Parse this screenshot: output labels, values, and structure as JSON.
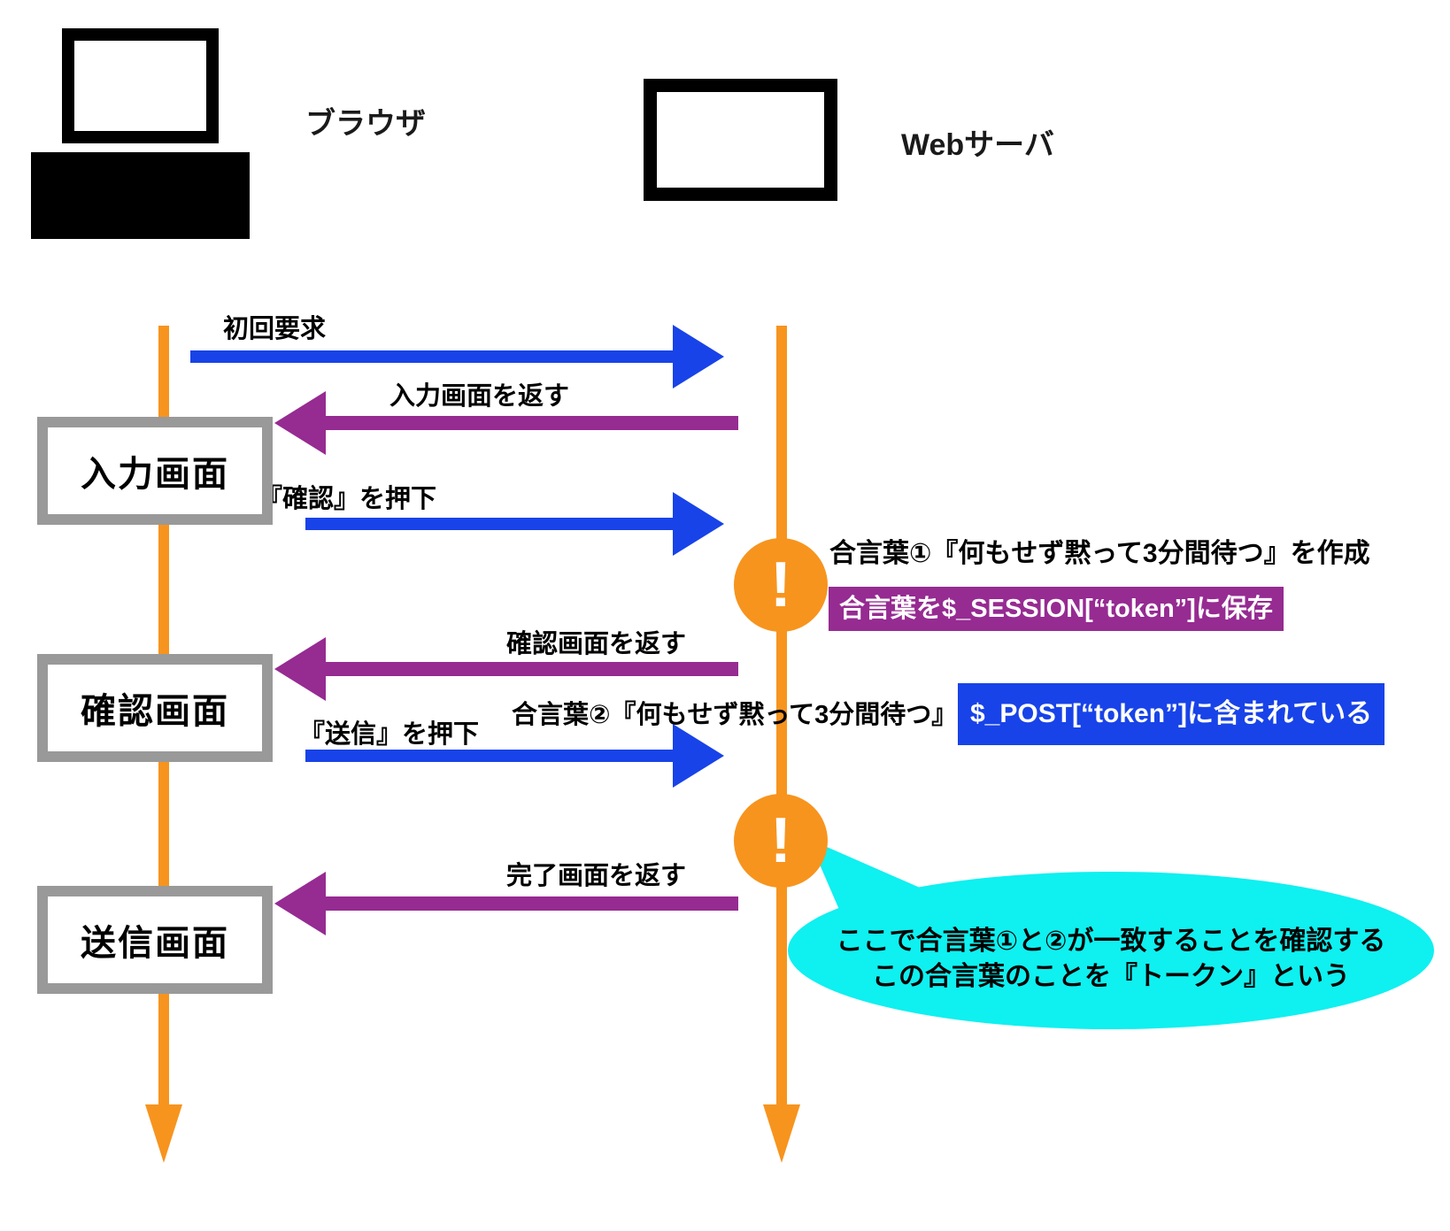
{
  "actors": {
    "browser": "ブラウザ",
    "server": "Webサーバ"
  },
  "screens": {
    "input": "入力画面",
    "confirm": "確認画面",
    "send": "送信画面"
  },
  "messages": {
    "m1": "初回要求",
    "m2": "入力画面を返す",
    "m3": "『確認』を押下",
    "m4": "確認画面を返す",
    "m5": "『送信』を押下",
    "m5_extra": "合言葉②『何もせず黙って3分間待つ』",
    "m6": "完了画面を返す"
  },
  "notes": {
    "exclamation": "!",
    "token_create": "合言葉①『何もせず黙って3分間待つ』を作成",
    "session_store": "合言葉を$_SESSION[“token”]に保存",
    "post_contains": "$_POST[“token”]に含まれている",
    "bubble_line1": "ここで合言葉①と②が一致することを確認する",
    "bubble_line2": "この合言葉のことを『トークン』という"
  },
  "colors": {
    "lifeline_orange": "#F7941E",
    "request_blue": "#1843E8",
    "response_purple": "#962B92",
    "bubble_cyan": "#0FF0F0",
    "box_border_gray": "#999999"
  }
}
